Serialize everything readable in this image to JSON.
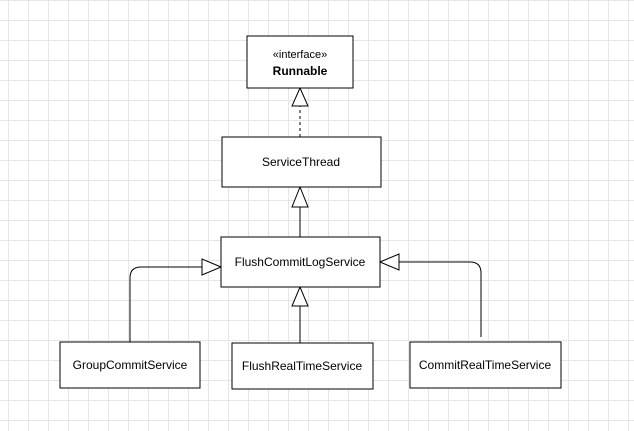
{
  "diagram": {
    "nodes": {
      "runnable": {
        "stereotype": "«interface»",
        "name": "Runnable"
      },
      "service_thread": {
        "name": "ServiceThread"
      },
      "flush_commit_log_service": {
        "name": "FlushCommitLogService"
      },
      "group_commit_service": {
        "name": "GroupCommitService"
      },
      "flush_real_time_service": {
        "name": "FlushRealTimeService"
      },
      "commit_real_time_service": {
        "name": "CommitRealTimeService"
      }
    },
    "edges": [
      {
        "from": "service_thread",
        "to": "runnable",
        "type": "realization"
      },
      {
        "from": "flush_commit_log_service",
        "to": "service_thread",
        "type": "generalization"
      },
      {
        "from": "group_commit_service",
        "to": "flush_commit_log_service",
        "type": "generalization"
      },
      {
        "from": "flush_real_time_service",
        "to": "flush_commit_log_service",
        "type": "generalization"
      },
      {
        "from": "commit_real_time_service",
        "to": "flush_commit_log_service",
        "type": "generalization"
      }
    ]
  }
}
